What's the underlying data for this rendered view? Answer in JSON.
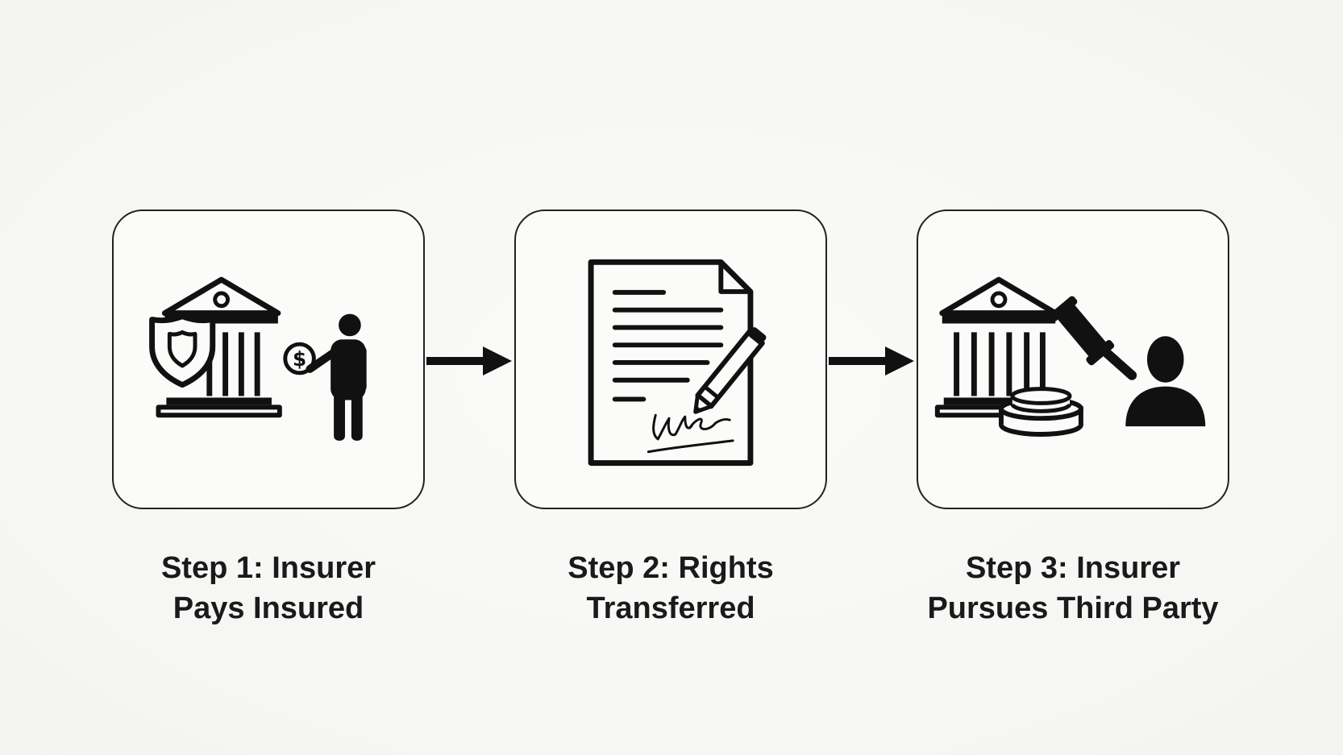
{
  "steps": [
    {
      "line1": "Step 1: Insurer",
      "line2": "Pays Insured",
      "icons": [
        "bank-icon",
        "shield-icon",
        "dollar-coin-icon",
        "person-icon"
      ]
    },
    {
      "line1": "Step 2: Rights",
      "line2": "Transferred",
      "icons": [
        "document-icon",
        "pencil-icon",
        "signature-icon"
      ]
    },
    {
      "line1": "Step 3: Insurer",
      "line2": "Pursues Third Party",
      "icons": [
        "bank-icon",
        "gavel-icon",
        "person-silhouette-icon"
      ]
    }
  ],
  "arrows": [
    "arrow-right-icon",
    "arrow-right-icon"
  ],
  "colors": {
    "background": "#f7f7f5",
    "stroke": "#111111",
    "text": "#1a1a1a"
  }
}
